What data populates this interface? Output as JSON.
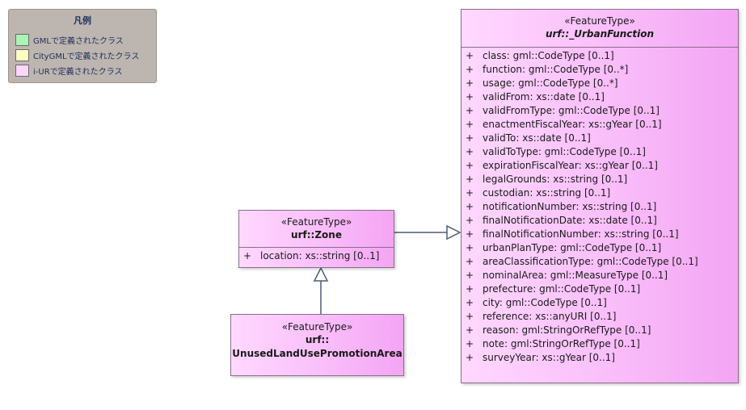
{
  "legend": {
    "title": "凡例",
    "items": [
      {
        "label": "GMLで定義されたクラス",
        "color": "#a8f5b4"
      },
      {
        "label": "CityGMLで定義されたクラス",
        "color": "#fdfdc2"
      },
      {
        "label": "i-URで定義されたクラス",
        "color": "#fcd6fc"
      }
    ]
  },
  "urban_function": {
    "stereotype": "«FeatureType»",
    "name": "urf::_UrbanFunction",
    "attributes": [
      {
        "vis": "+",
        "text": "class: gml::CodeType [0..1]"
      },
      {
        "vis": "+",
        "text": "function: gml::CodeType [0..*]"
      },
      {
        "vis": "+",
        "text": "usage: gml::CodeType [0..*]"
      },
      {
        "vis": "+",
        "text": "validFrom: xs::date [0..1]"
      },
      {
        "vis": "+",
        "text": "validFromType: gml::CodeType [0..1]"
      },
      {
        "vis": "+",
        "text": "enactmentFiscalYear: xs::gYear [0..1]"
      },
      {
        "vis": "+",
        "text": "validTo: xs::date [0..1]"
      },
      {
        "vis": "+",
        "text": "validToType: gml::CodeType [0..1]"
      },
      {
        "vis": "+",
        "text": "expirationFiscalYear: xs::gYear [0..1]"
      },
      {
        "vis": "+",
        "text": "legalGrounds: xs::string [0..1]"
      },
      {
        "vis": "+",
        "text": "custodian: xs::string [0..1]"
      },
      {
        "vis": "+",
        "text": "notificationNumber: xs::string [0..1]"
      },
      {
        "vis": "+",
        "text": "finalNotificationDate: xs::date [0..1]"
      },
      {
        "vis": "+",
        "text": "finalNotificationNumber: xs::string [0..1]"
      },
      {
        "vis": "+",
        "text": "urbanPlanType: gml::CodeType [0..1]"
      },
      {
        "vis": "+",
        "text": "areaClassificationType: gml::CodeType [0..1]"
      },
      {
        "vis": "+",
        "text": "nominalArea: gml::MeasureType [0..1]"
      },
      {
        "vis": "+",
        "text": "prefecture: gml::CodeType [0..1]"
      },
      {
        "vis": "+",
        "text": "city: gml::CodeType [0..1]"
      },
      {
        "vis": "+",
        "text": "reference: xs::anyURI [0..1]"
      },
      {
        "vis": "+",
        "text": "reason: gml:StringOrRefType [0..1]"
      },
      {
        "vis": "+",
        "text": "note: gml:StringOrRefType [0..1]"
      },
      {
        "vis": "+",
        "text": "surveyYear: xs::gYear [0..1]"
      }
    ]
  },
  "zone": {
    "stereotype": "«FeatureType»",
    "name": "urf::Zone",
    "attributes": [
      {
        "vis": "+",
        "text": "location: xs::string [0..1]"
      }
    ]
  },
  "unused_land": {
    "stereotype": "«FeatureType»",
    "name_line1": "urf::",
    "name_line2": "UnusedLandUsePromotionArea"
  }
}
